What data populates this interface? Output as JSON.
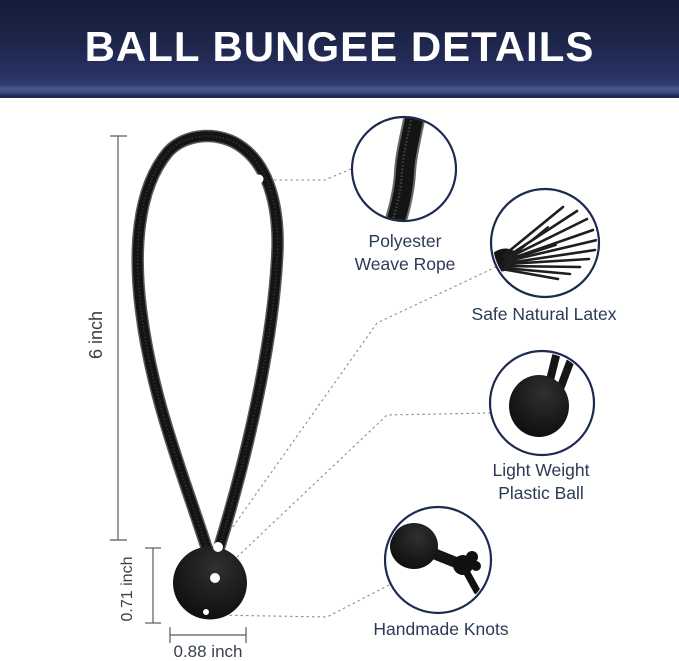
{
  "header": {
    "title": "BALL BUNGEE DETAILS"
  },
  "dimensions": {
    "loop_height": "6 inch",
    "ball_height": "0.71 inch",
    "ball_width": "0.88 inch"
  },
  "callouts": [
    {
      "label": "Polyester\nWeave Rope"
    },
    {
      "label": "Safe Natural Latex"
    },
    {
      "label": "Light Weight\nPlastic Ball"
    },
    {
      "label": "Handmade Knots"
    }
  ],
  "colors": {
    "header_navy_top": "#151b38",
    "header_navy_bottom": "#2f3a6f",
    "header_highlight_band": "#4d5889",
    "title_text": "#ffffff",
    "label_text": "#2b3a55",
    "dimension_text": "#39404e",
    "callout_circle_border": "#1d2950",
    "dashed_leader_line": "#8d8d8d",
    "dimension_line": "#5a5a5a",
    "product_black": "#141414",
    "background": "#ffffff"
  }
}
